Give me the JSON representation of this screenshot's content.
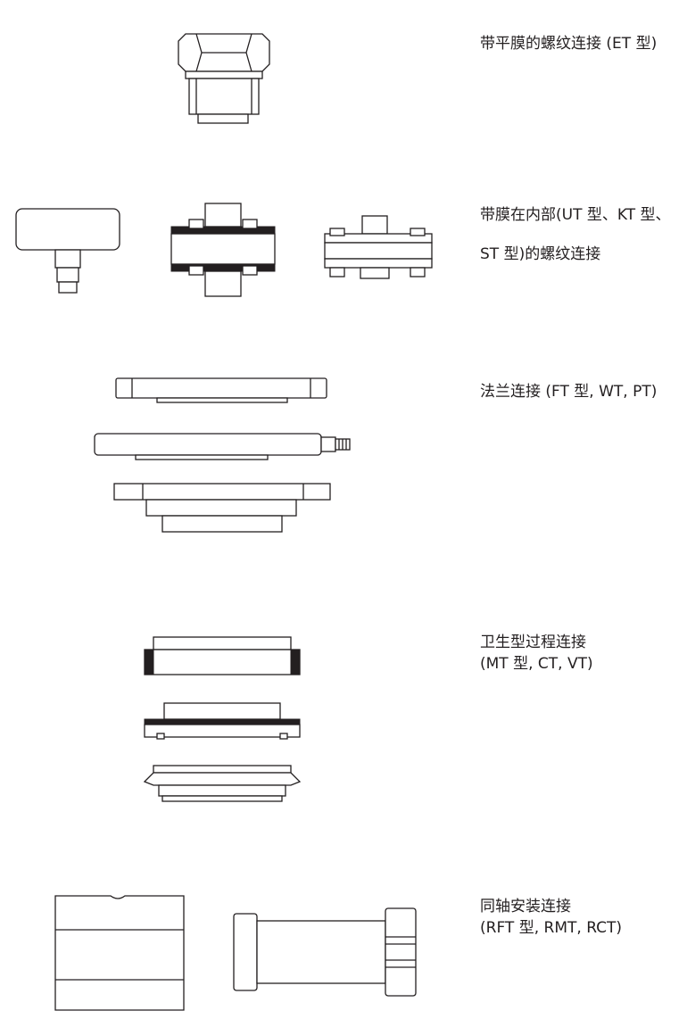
{
  "sections": [
    {
      "lines": [
        "带平膜的螺纹连接 (ET 型)"
      ]
    },
    {
      "lines": [
        "带膜在内部(UT 型、KT 型、",
        "ST 型)的螺纹连接"
      ]
    },
    {
      "lines": [
        "法兰连接 (FT 型, WT, PT)"
      ]
    },
    {
      "lines": [
        "卫生型过程连接",
        "(MT 型, CT, VT)"
      ]
    },
    {
      "lines": [
        "同轴安装连接",
        "(RFT 型, RMT, RCT)"
      ]
    }
  ],
  "colors": {
    "stroke": "#231f20",
    "background": "#ffffff"
  }
}
